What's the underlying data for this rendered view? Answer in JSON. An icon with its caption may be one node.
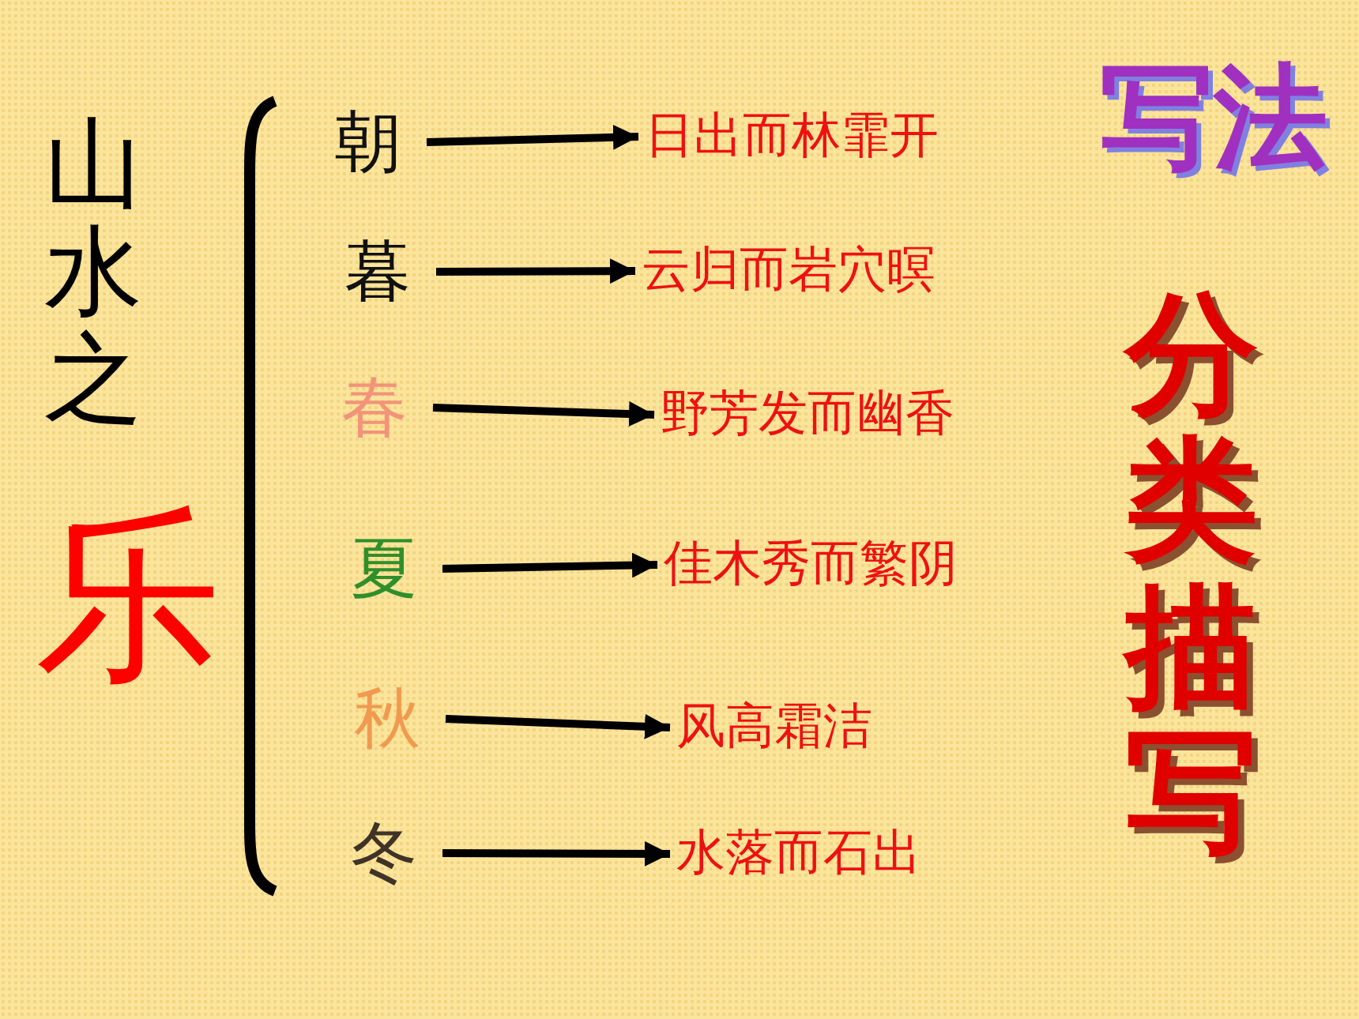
{
  "diagram": {
    "nodes": [
      {
        "text": [
          "朝"
        ]
      },
      {
        "text": [
          "暮"
        ]
      },
      {
        "text": [
          "春"
        ]
      },
      {
        "text": [
          "夏"
        ]
      },
      {
        "text": [
          "秋"
        ]
      },
      {
        "text": [
          "冬"
        ]
      },
      {
        "text": [
          "日出而林霏开"
        ]
      },
      {
        "text": [
          "云归而岩穴暝"
        ]
      },
      {
        "text": [
          "野芳发而幽香"
        ]
      },
      {
        "text": [
          "佳木秀而繁阴"
        ]
      },
      {
        "text": [
          "风高霜洁"
        ]
      },
      {
        "text": [
          "水落而石出"
        ]
      }
    ],
    "edges": [
      {
        "from": 0,
        "to": 6,
        "arrow": "to"
      },
      {
        "from": 1,
        "to": 7,
        "arrow": "to"
      },
      {
        "from": 2,
        "to": 8,
        "arrow": "to"
      },
      {
        "from": 3,
        "to": 9,
        "arrow": "to"
      },
      {
        "from": 4,
        "to": 10,
        "arrow": "to"
      },
      {
        "from": 5,
        "to": 11,
        "arrow": "to"
      }
    ],
    "labels": [
      "山水之",
      "乐",
      "写法",
      "分类描写"
    ]
  }
}
